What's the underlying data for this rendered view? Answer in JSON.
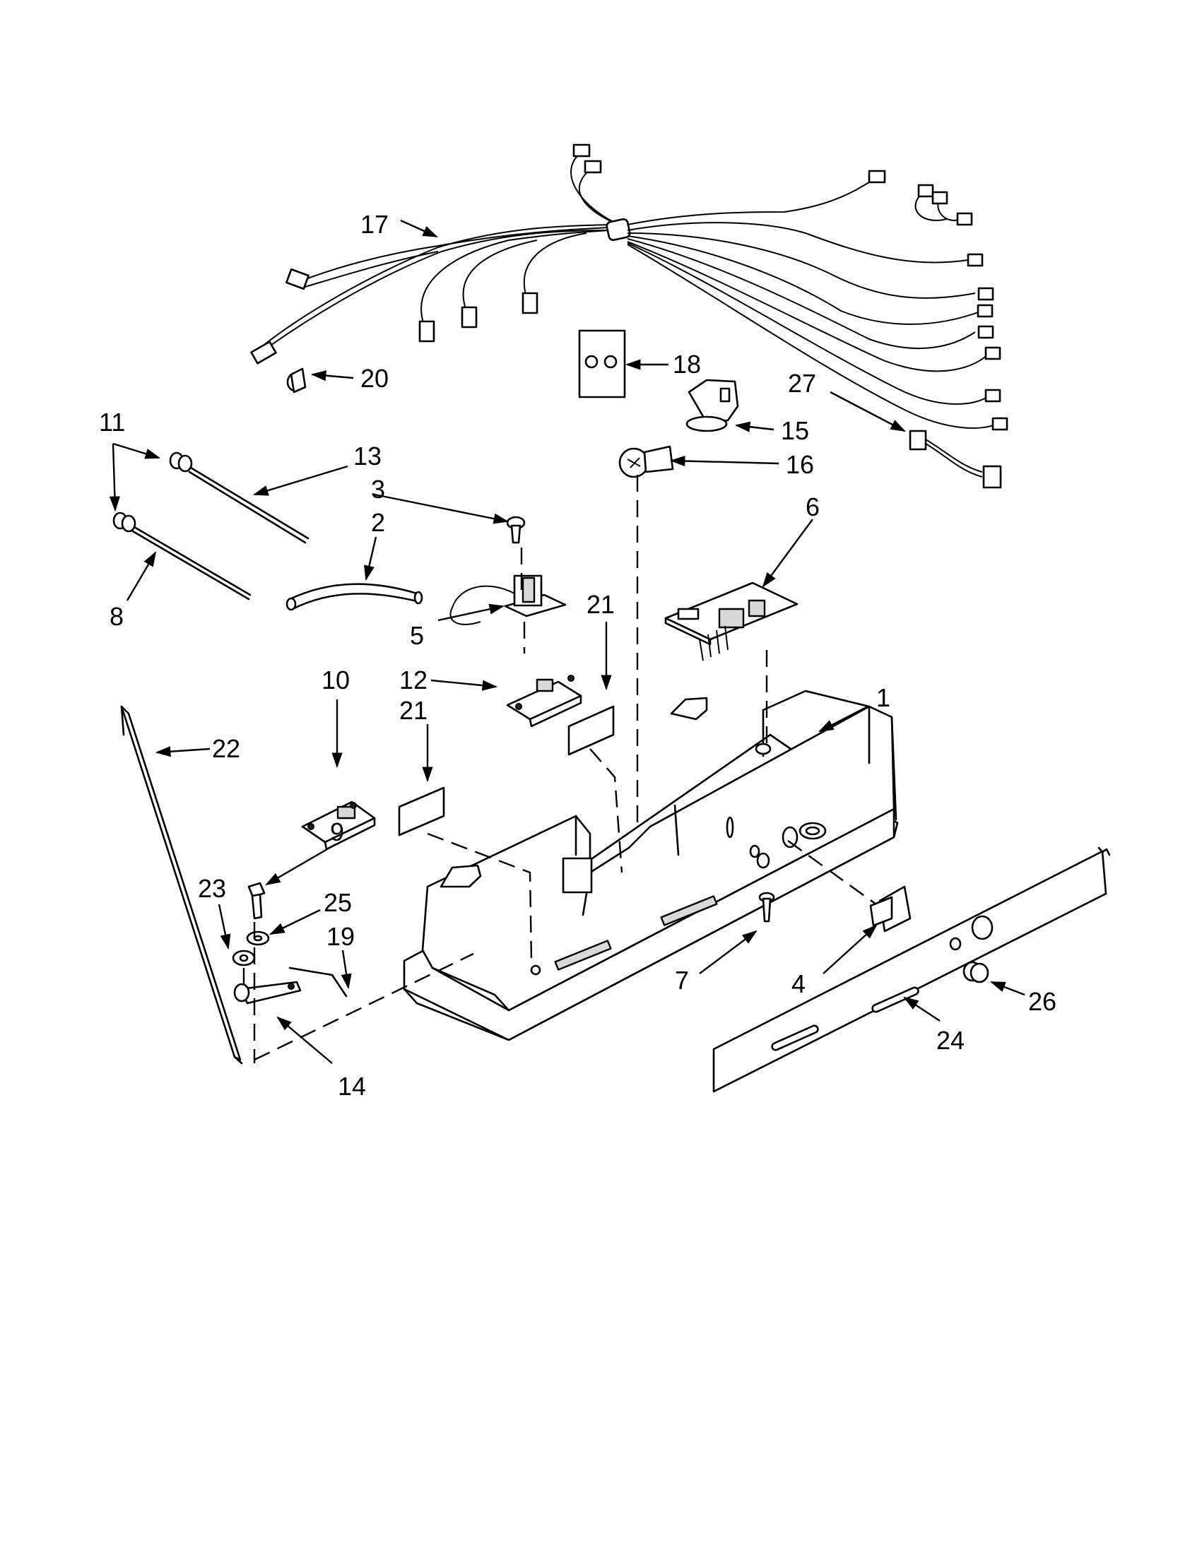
{
  "callouts": {
    "p1": "1",
    "p2": "2",
    "p3": "3",
    "p4": "4",
    "p5": "5",
    "p6": "6",
    "p7": "7",
    "p8": "8",
    "p9": "9",
    "p10": "10",
    "p11": "11",
    "p12": "12",
    "p13": "13",
    "p14": "14",
    "p15": "15",
    "p16": "16",
    "p17": "17",
    "p18": "18",
    "p19": "19",
    "p20": "20",
    "p21a": "21",
    "p21b": "21",
    "p22": "22",
    "p23": "23",
    "p24": "24",
    "p25": "25",
    "p26": "26",
    "p27": "27"
  }
}
